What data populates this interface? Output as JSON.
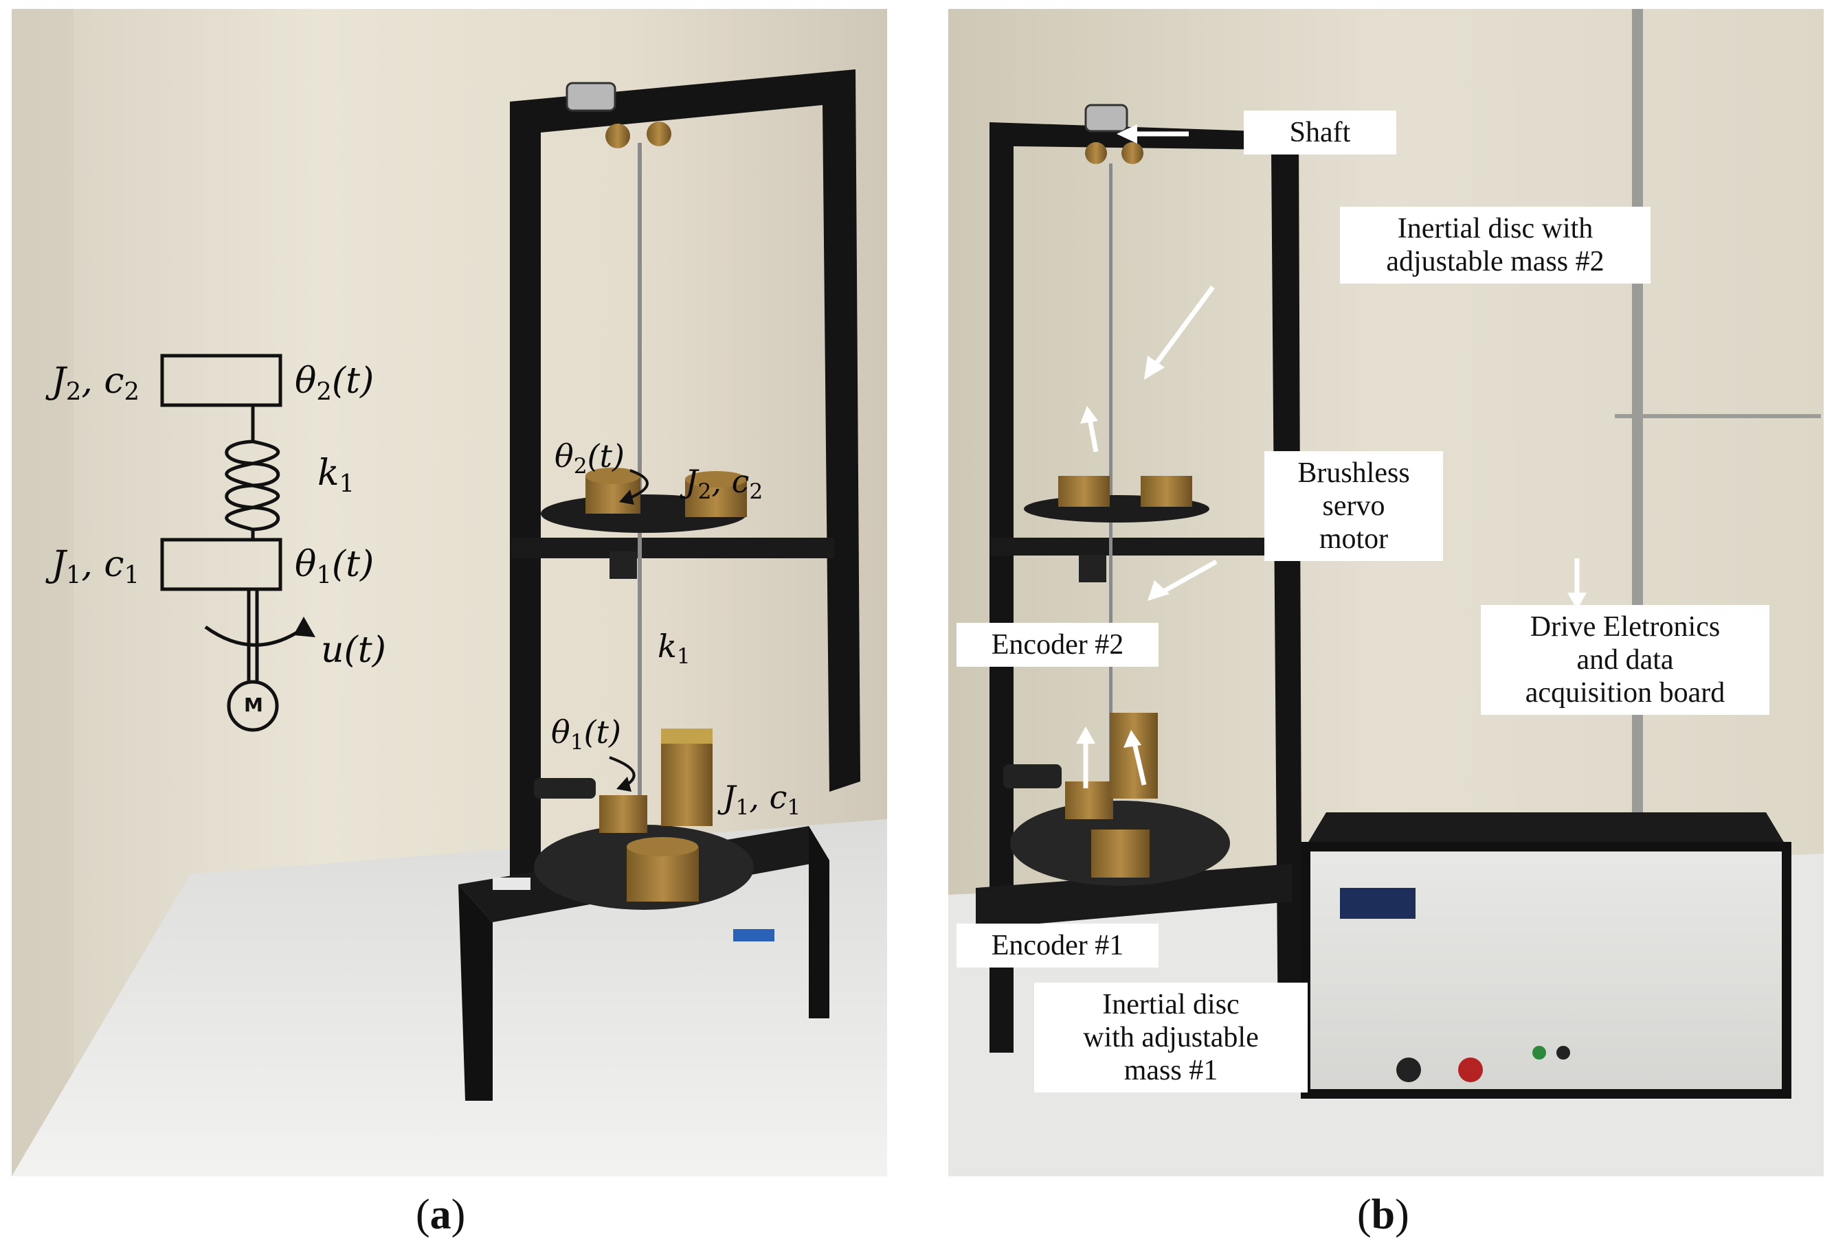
{
  "panel_a": {
    "schematic": {
      "top_mass": "J2, c2",
      "top_angle": "θ2(t)",
      "spring": "k1",
      "bottom_mass": "J1, c1",
      "bottom_angle": "θ1(t)",
      "input": "u(t)",
      "motor": "M"
    },
    "photo_labels": {
      "upper_angle": "θ2(t)",
      "upper_inertia": "J2, c2",
      "stiffness": "k1",
      "lower_angle": "θ1(t)",
      "lower_inertia": "J1, c1"
    },
    "caption": "(a)"
  },
  "panel_b": {
    "callouts": {
      "shaft": "Shaft",
      "disc_2": [
        "Inertial disc with",
        "adjustable mass #2"
      ],
      "motor": [
        "Brushless",
        "servo",
        "motor"
      ],
      "encoder_2": "Encoder #2",
      "drive": [
        "Drive Eletronics",
        "and data",
        "acquisition board"
      ],
      "encoder_1": "Encoder #1",
      "disc_1": [
        "Inertial disc",
        "with adjustable",
        "mass #1"
      ]
    },
    "caption": "(b)"
  }
}
